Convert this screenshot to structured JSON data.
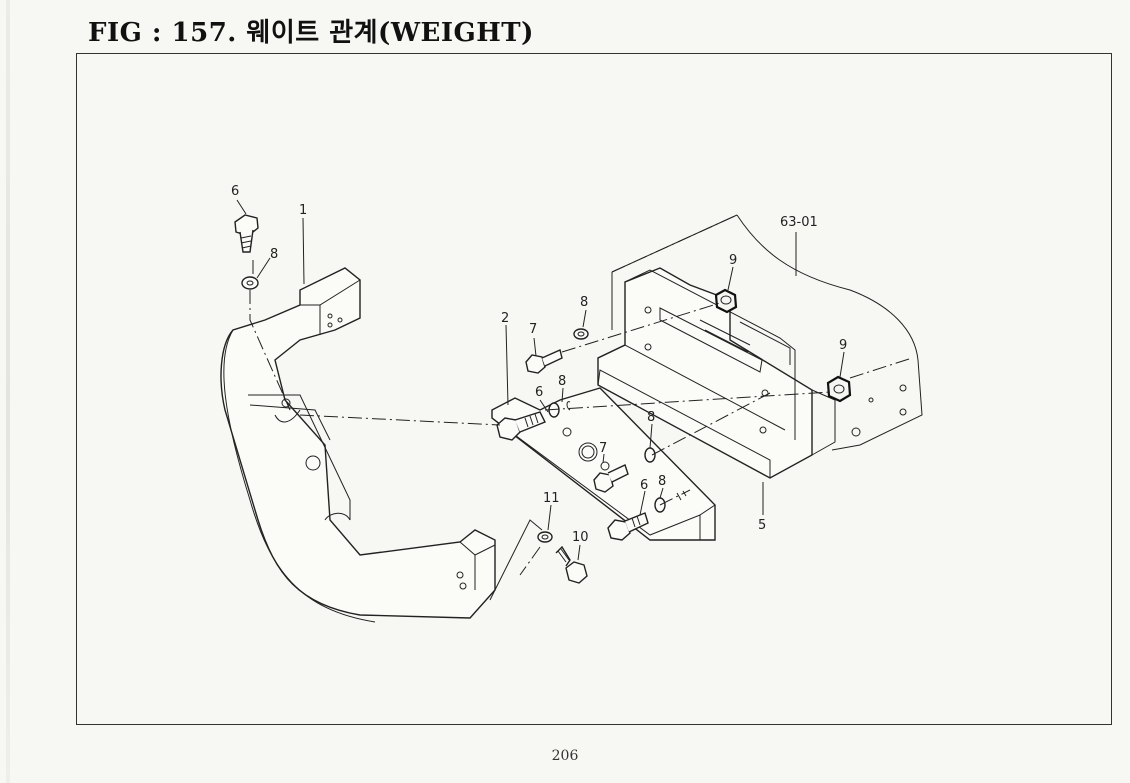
{
  "header": {
    "title": "FIG : 157. 웨이트 관계(WEIGHT)"
  },
  "diagram": {
    "callouts": [
      {
        "id": "c-6a",
        "label": "6"
      },
      {
        "id": "c-1",
        "label": "1"
      },
      {
        "id": "c-8a",
        "label": "8"
      },
      {
        "id": "c-63-01",
        "label": "63-01"
      },
      {
        "id": "c-9a",
        "label": "9"
      },
      {
        "id": "c-8b",
        "label": "8"
      },
      {
        "id": "c-2",
        "label": "2"
      },
      {
        "id": "c-7a",
        "label": "7"
      },
      {
        "id": "c-9b",
        "label": "9"
      },
      {
        "id": "c-6b",
        "label": "6"
      },
      {
        "id": "c-8c",
        "label": "8"
      },
      {
        "id": "c-8d",
        "label": "8"
      },
      {
        "id": "c-7b",
        "label": "7"
      },
      {
        "id": "c-11",
        "label": "11"
      },
      {
        "id": "c-6c",
        "label": "6"
      },
      {
        "id": "c-8e",
        "label": "8"
      },
      {
        "id": "c-10",
        "label": "10"
      },
      {
        "id": "c-5",
        "label": "5"
      }
    ]
  },
  "footer": {
    "page_number": "206"
  }
}
